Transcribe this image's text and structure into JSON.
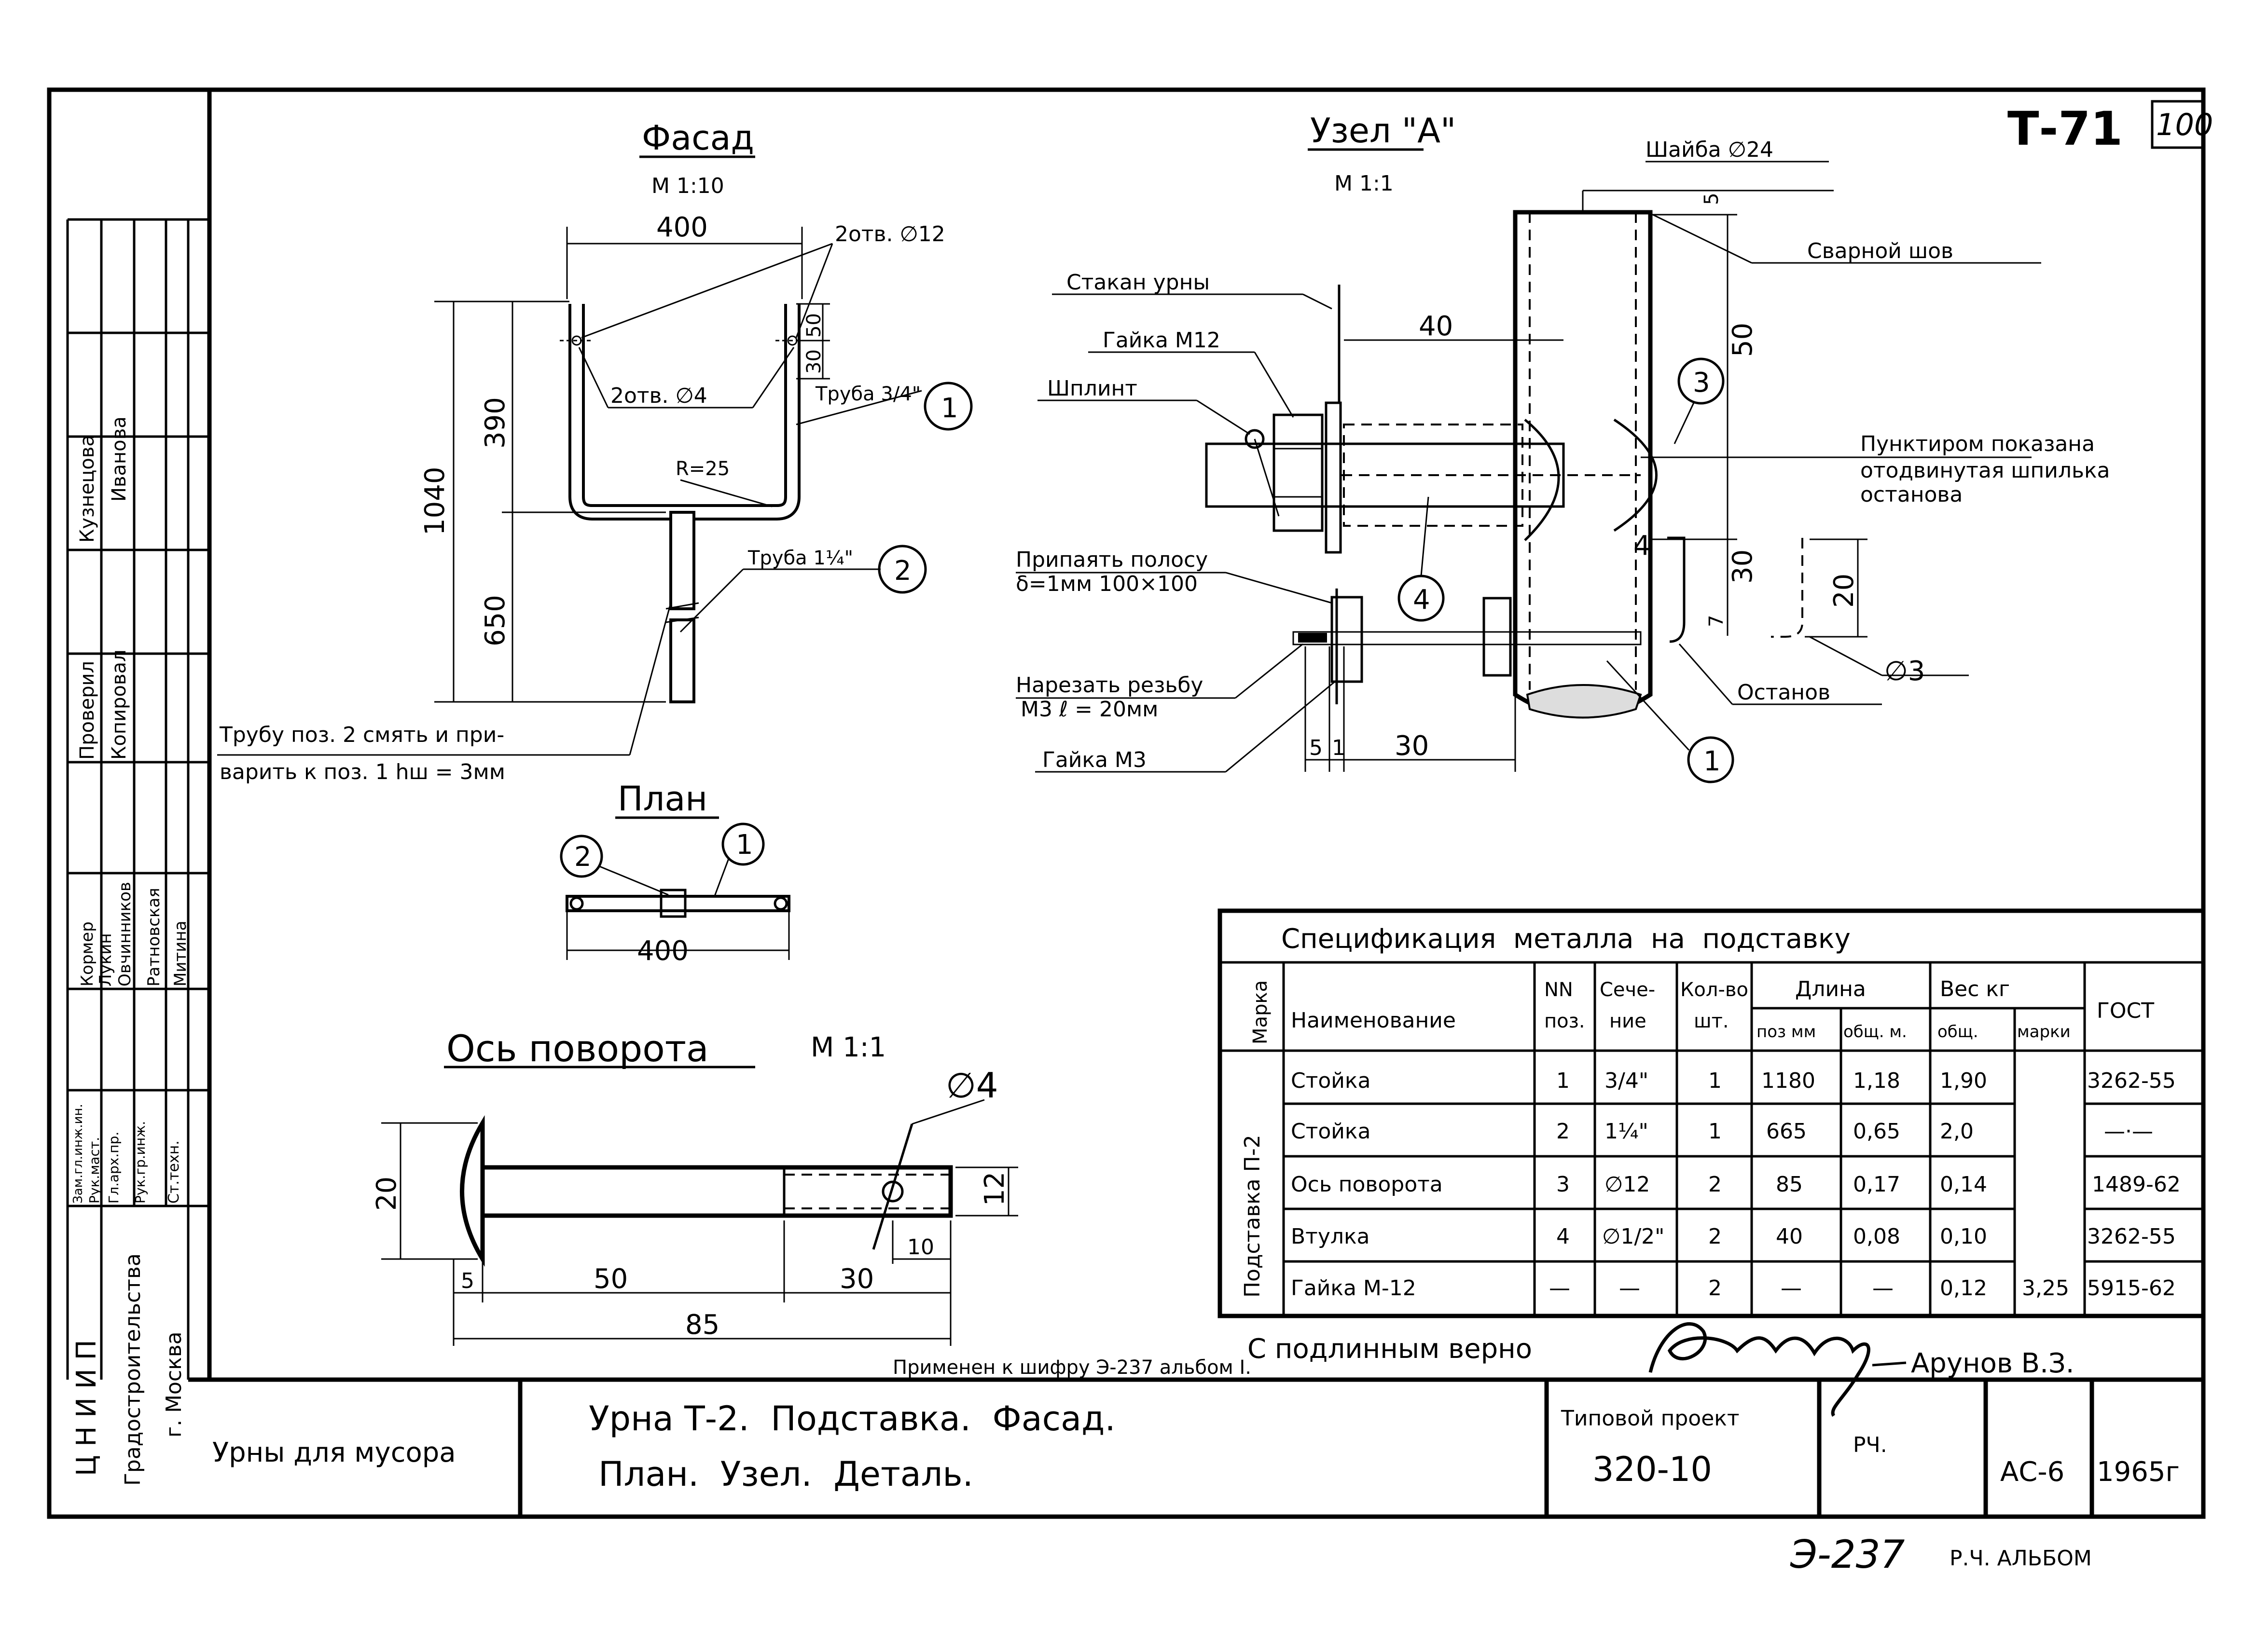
{
  "sheet": {
    "sheet_code": "Т-71",
    "page_number": "100",
    "album_mark": "Э-237",
    "album_label": "Р.Ч. АЛЬБОМ"
  },
  "views": {
    "facade": {
      "title": "Фасад",
      "scale": "М 1:10",
      "dim_width": "400",
      "dim_total": "1040",
      "dim_upper": "390",
      "dim_lower": "650",
      "dim_top": "50",
      "dim_holes": "30",
      "radius": "R=25",
      "holes_12": "2отв. ∅12",
      "holes_4": "2отв. ∅4",
      "pipe_1": "Труба 3/4\"",
      "pipe_2": "Труба 1¼\"",
      "note_line1": "Трубу поз. 2 смять и при-",
      "note_line2": "варить к поз. 1 hш = 3мм",
      "callout_1": "1",
      "callout_2": "2"
    },
    "plan": {
      "title": "План",
      "dim_width": "400",
      "callout_1": "1",
      "callout_2": "2"
    },
    "node": {
      "title": "Узел \"А\"",
      "scale": "М 1:1",
      "washer": "Шайба ∅24",
      "weld": "Сварной шов",
      "cup": "Стакан урны",
      "nut_m12": "Гайка М12",
      "cotter": "Шплинт",
      "solder_line1": "Припаять полосу",
      "solder_line2": "δ=1мм  100×100",
      "thread_line1": "Нарезать резьбу",
      "thread_line2": "М3   ℓ = 20мм",
      "nut_m3": "Гайка М3",
      "dashed_note_line1": "Пунктиром показана",
      "dashed_note_line2": "отодвинутая шпилька",
      "dashed_note_line3": "останова",
      "stop": "Останов",
      "d3": "∅3",
      "dim_5top": "5",
      "dim_40": "40",
      "dim_50": "50",
      "dim_4": "4",
      "dim_30v": "30",
      "dim_7": "7",
      "dim_20": "20",
      "dim_5": "5",
      "dim_1": "1",
      "dim_30": "30",
      "callout_1": "1",
      "callout_3": "3",
      "callout_4": "4"
    },
    "axis": {
      "title": "Ось поворота",
      "scale": "М 1:1",
      "hole": "∅4",
      "dim_20": "20",
      "dim_12": "12",
      "dim_5": "5",
      "dim_50": "50",
      "dim_30": "30",
      "dim_10": "10",
      "dim_85": "85"
    }
  },
  "spec_table": {
    "title": "Спецификация  металла  на  подставку",
    "group_label": "Подставка П-2",
    "headers": {
      "mark": "Марка",
      "name": "Наименование",
      "pos_1": "NN",
      "pos_2": "поз.",
      "section_1": "Сече-",
      "section_2": "ние",
      "qty_1": "Кол-во",
      "qty_2": "шт.",
      "length": "Длина",
      "len_pos": "поз мм",
      "len_total": "общ. м.",
      "weight": "Вес кг",
      "w_total": "общ.",
      "w_marks": "марки",
      "gost": "ГОСТ"
    },
    "rows": [
      {
        "name": "Стойка",
        "pos": "1",
        "section": "3/4\"",
        "qty": "1",
        "len_pos": "1180",
        "len_total": "1,18",
        "w_total": "1,90",
        "gost": "3262-55"
      },
      {
        "name": "Стойка",
        "pos": "2",
        "section": "1¼\"",
        "qty": "1",
        "len_pos": "665",
        "len_total": "0,65",
        "w_total": "2,0",
        "gost": "—·—"
      },
      {
        "name": "Ось поворота",
        "pos": "3",
        "section": "∅12",
        "qty": "2",
        "len_pos": "85",
        "len_total": "0,17",
        "w_total": "0,14",
        "gost": "1489-62"
      },
      {
        "name": "Втулка",
        "pos": "4",
        "section": "∅1/2\"",
        "qty": "2",
        "len_pos": "40",
        "len_total": "0,08",
        "w_total": "0,10",
        "gost": "3262-55"
      },
      {
        "name": "Гайка М-12",
        "pos": "—",
        "section": "—",
        "qty": "2",
        "len_pos": "—",
        "len_total": "—",
        "w_total": "0,12",
        "gost": "5915-62"
      }
    ],
    "w_marks_total": "3,25"
  },
  "certification": {
    "text": "С подлинным верно",
    "name": "Арунов В.З.",
    "applied": "Применен к шифру Э-237 альбом I."
  },
  "title_block": {
    "subject": "Урны для мусора",
    "drawing_title_line1": "Урна Т-2.  Подставка.  Фасад.",
    "drawing_title_line2": "План.  Узел.  Деталь.",
    "project_label": "Типовой проект",
    "project_number": "320-10",
    "stage": "РЧ.",
    "sheet": "АС-6",
    "year": "1965г"
  },
  "side_stamp": {
    "org_line1": "Ц Н И И П",
    "org_line2": "Градостроительства",
    "org_line3": "г. Москва",
    "roles": [
      "Зам.гл.инж.ин.",
      "Рук.маст.",
      "Гл.арх.пр.",
      "Рук.гр.инж.",
      "Ст.техн."
    ],
    "names_a": [
      "Кормер",
      "Лукин",
      "Овчинников",
      "Ратновская",
      "Митина"
    ],
    "check_roles": [
      "Проверил",
      "Копировал"
    ],
    "authors": [
      "Кузнецова",
      "Иванова"
    ]
  }
}
